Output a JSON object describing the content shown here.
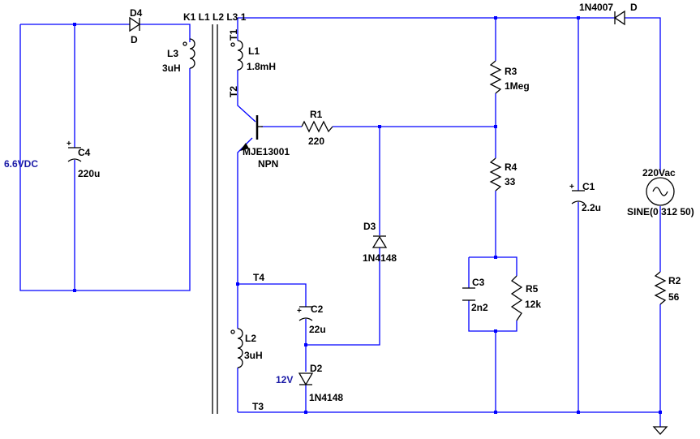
{
  "components": {
    "D4": {
      "ref": "D4",
      "model": "D"
    },
    "C4": {
      "ref": "C4",
      "value": "220u"
    },
    "L3": {
      "ref": "L3",
      "value": "3uH"
    },
    "K1": {
      "directive": "K1 L1 L2 L3 1"
    },
    "L1": {
      "ref": "L1",
      "value": "1.8mH"
    },
    "T1": {
      "label": "T1"
    },
    "T2": {
      "label": "T2"
    },
    "Q1": {
      "model": "MJE13001",
      "type": "NPN"
    },
    "R1": {
      "ref": "R1",
      "value": "220"
    },
    "R3": {
      "ref": "R3",
      "value": "1Meg"
    },
    "R4": {
      "ref": "R4",
      "value": "33"
    },
    "D3": {
      "ref": "D3",
      "model": "1N4148"
    },
    "C3": {
      "ref": "C3",
      "value": "2n2"
    },
    "R5": {
      "ref": "R5",
      "value": "12k"
    },
    "C1": {
      "ref": "C1",
      "value": "2.2u"
    },
    "D1": {
      "ref": "1N4007",
      "model": "D"
    },
    "V1": {
      "ref": "220Vac",
      "value": "SINE(0 312 50)"
    },
    "R2": {
      "ref": "R2",
      "value": "56"
    },
    "C2": {
      "ref": "C2",
      "value": "22u"
    },
    "L2": {
      "ref": "L2",
      "value": "3uH"
    },
    "D2": {
      "ref": "D2",
      "model": "1N4148"
    }
  },
  "nodes": {
    "T3": "T3",
    "T4": "T4",
    "vdc": "6.6VDC",
    "v12": "12V"
  },
  "colors": {
    "wire": "#0000ff",
    "component": "#000000",
    "net_label": "#1a1aa6",
    "background": "#ffffff"
  }
}
